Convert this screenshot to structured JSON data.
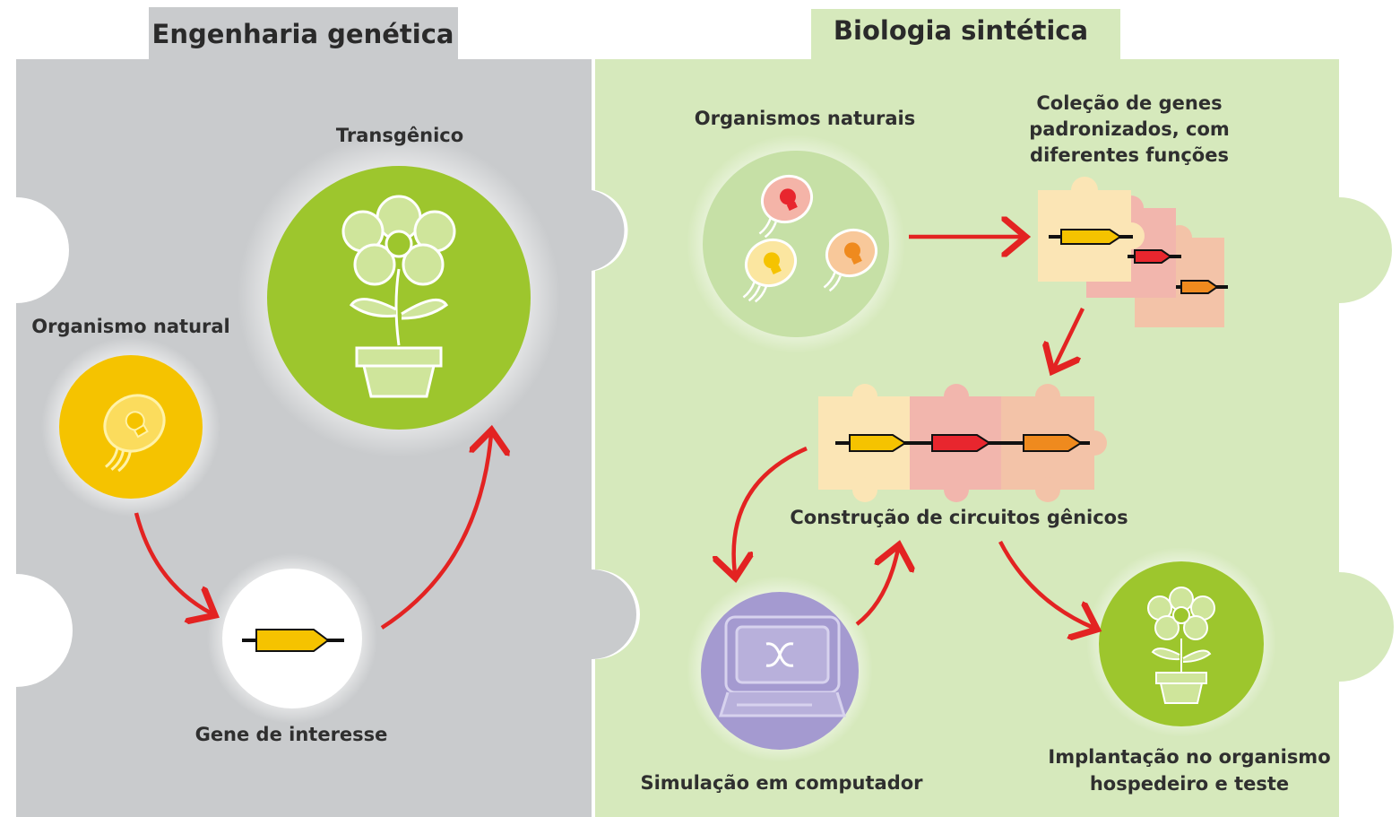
{
  "panels": {
    "left": {
      "title": "Engenharia genética",
      "background": "#c9cbcd",
      "tab_background": "#c9cbcd",
      "labels": {
        "natural_organism": "Organismo natural",
        "transgenic": "Transgênico",
        "gene_of_interest": "Gene de interesse"
      }
    },
    "right": {
      "title": "Biologia sintética",
      "background": "#d6e9bc",
      "tab_background": "#d6e9bc",
      "labels": {
        "natural_organisms": "Organismos naturais",
        "gene_collection": [
          "Coleção de genes",
          "padronizados, com",
          "diferentes funções"
        ],
        "circuit_construction": "Construção de circuitos gênicos",
        "simulation": "Simulação em computador",
        "implantation": [
          "Implantação no organismo",
          "hospedeiro e teste"
        ]
      }
    }
  },
  "icons": {
    "bacterium-icon": "yellow bacterium with lightbulb",
    "flower-pot-icon": "potted flower",
    "gene-icon": "gene arrow",
    "computer-icon": "computer monitor",
    "puzzle-piece-icon": "puzzle piece"
  },
  "colors": {
    "arrow": "#e32322",
    "yellow": "#f5c300",
    "green_circle": "#9dc62d",
    "red_gene": "#e8262e",
    "orange_gene": "#ef8a1e",
    "purple_circle": "#a49ad0"
  }
}
